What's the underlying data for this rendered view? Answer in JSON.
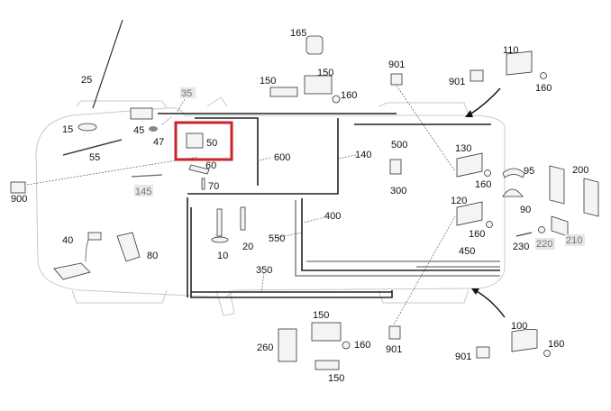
{
  "diagram": {
    "highlight_color": "#c8242b",
    "highlighted_part": "50",
    "callouts": {
      "p25": "25",
      "p35": "35",
      "p165": "165",
      "p150a": "150",
      "p150b": "150",
      "p160a": "160",
      "p15": "15",
      "p45": "45",
      "p47": "47",
      "p50": "50",
      "p60": "60",
      "p70": "70",
      "p55": "55",
      "p600": "600",
      "p145": "145",
      "p900": "900",
      "p901a": "901",
      "p500": "500",
      "p140": "140",
      "p300": "300",
      "p110": "110",
      "p901b": "901",
      "p160b": "160",
      "p130": "130",
      "p160c": "160",
      "p95": "95",
      "p200": "200",
      "p120": "120",
      "p90": "90",
      "p160d": "160",
      "p230": "230",
      "p220": "220",
      "p210": "210",
      "p450": "450",
      "p400": "400",
      "p550": "550",
      "p40": "40",
      "p80": "80",
      "p10": "10",
      "p20": "20",
      "p350": "350",
      "p150c": "150",
      "p160e": "160",
      "p901c": "901",
      "p150d": "150",
      "p260": "260",
      "p100": "100",
      "p160f": "160",
      "p901d": "901"
    }
  }
}
